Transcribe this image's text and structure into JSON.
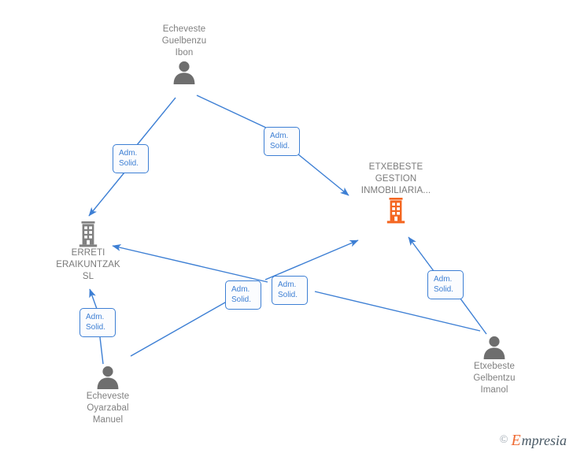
{
  "diagram": {
    "type": "corporate-relationship-network",
    "background_color": "#ffffff",
    "edge_color": "#3d7fd4",
    "person_icon_color": "#6e6e6e",
    "company_icon_color": "#f4651f",
    "company_icon_color_secondary": "#808080",
    "label_text_color": "#808080"
  },
  "nodes": [
    {
      "id": "echeveste-guelbenzu-ibon",
      "label": "Echeveste\nGuelbenzu\nIbon",
      "icon": "person-icon",
      "kind": "person",
      "label_position": "above"
    },
    {
      "id": "etxebeste-gestion-inmobiliaria",
      "label": "ETXEBESTE\nGESTION\nINMOBILIARIA...",
      "icon": "building-icon",
      "kind": "company",
      "label_position": "above"
    },
    {
      "id": "erreti-eraikuntzak-sl",
      "label": "ERRETI\nERAIKUNTZAK\nSL",
      "icon": "building-icon",
      "kind": "company",
      "label_position": "below"
    },
    {
      "id": "echeveste-oyarzabal-manuel",
      "label": "Echeveste\nOyarzabal\nManuel",
      "icon": "person-icon",
      "kind": "person",
      "label_position": "below"
    },
    {
      "id": "etxebeste-gelbentzu-imanol",
      "label": "Etxebeste\nGelbentzu\nImanol",
      "icon": "person-icon",
      "kind": "person",
      "label_position": "below"
    }
  ],
  "edges": [
    {
      "id": "edge-1",
      "from": "echeveste-guelbenzu-ibon",
      "to": "erreti-eraikuntzak-sl",
      "label": "Adm.\nSolid."
    },
    {
      "id": "edge-2",
      "from": "echeveste-guelbenzu-ibon",
      "to": "etxebeste-gestion-inmobiliaria",
      "label": "Adm.\nSolid."
    },
    {
      "id": "edge-3",
      "from": "echeveste-oyarzabal-manuel",
      "to": "erreti-eraikuntzak-sl",
      "label": "Adm.\nSolid."
    },
    {
      "id": "edge-4",
      "from": "echeveste-oyarzabal-manuel",
      "to": "etxebeste-gestion-inmobiliaria",
      "label": "Adm.\nSolid."
    },
    {
      "id": "edge-5",
      "from": "etxebeste-gelbentzu-imanol",
      "to": "erreti-eraikuntzak-sl",
      "label": "Adm.\nSolid."
    },
    {
      "id": "edge-6",
      "from": "etxebeste-gelbentzu-imanol",
      "to": "etxebeste-gestion-inmobiliaria",
      "label": "Adm.\nSolid."
    }
  ],
  "watermark": {
    "copyright": "©",
    "brand_initial": "E",
    "brand_rest": "mpresia"
  }
}
